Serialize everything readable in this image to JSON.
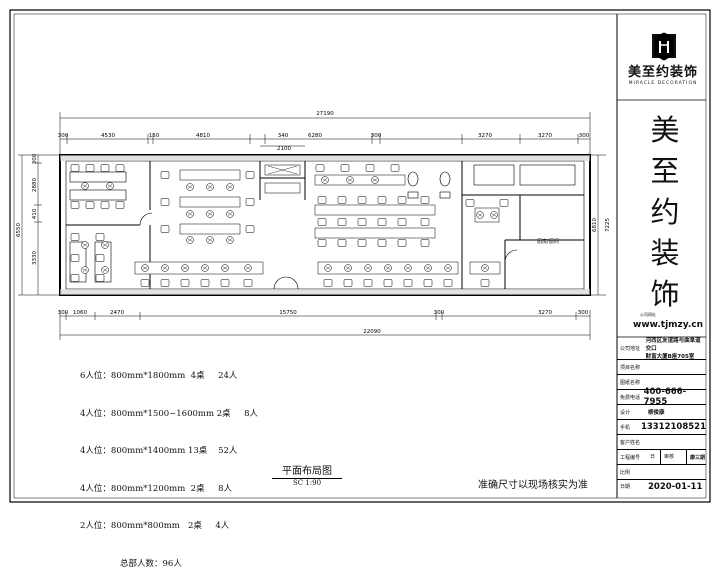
{
  "brand": {
    "name": "美至约装饰",
    "subtitle": "MIRACLE DECORATION",
    "vertical_name": [
      "美",
      "至",
      "约",
      "装",
      "饰"
    ],
    "website": "www.tjmzy.cn",
    "small_caption": "公司网址"
  },
  "title_block": [
    {
      "label": "公司地址",
      "value": "河西区友谊路与曲阜道交口\n财富大厦B座705室"
    },
    {
      "label": "项目名称",
      "value": ""
    },
    {
      "label": "图纸名称",
      "value": ""
    },
    {
      "label": "免费电话",
      "value": "400-666-7955"
    },
    {
      "label": "设计",
      "value": "柳俊康"
    },
    {
      "label": "手机",
      "value": "13312108521"
    },
    {
      "label": "客户姓名",
      "value": ""
    },
    {
      "label": "工程编号",
      "value": "日",
      "label2": "审核",
      "value2": "康三期"
    },
    {
      "label": "比例",
      "value": ""
    },
    {
      "label": "日期",
      "value": "2020-01-11"
    }
  ],
  "drawing": {
    "title": "平面布局图",
    "scale": "SC 1:90",
    "note": "准确尺寸以现场核实为准",
    "room_label": "厨房/厨间",
    "top_total": "27190",
    "bottom_total": "22090",
    "top_dims": [
      "300",
      "4530",
      "150",
      "4810",
      "340",
      "6280",
      "300",
      "3270",
      "3270",
      "300"
    ],
    "top_small": "2100",
    "bottom_dims": [
      "300",
      "1060",
      "2470",
      "15750",
      "300",
      "3270",
      "300"
    ],
    "left_dims": [
      "300",
      "2880",
      "410",
      "3330",
      "6550"
    ],
    "right_dims": [
      "6810",
      "7225"
    ]
  },
  "legend": [
    "6人位：800mm*1800mm  4桌     24人",
    "4人位：800mm*1500~1600mm 2桌     8人",
    "4人位：800mm*1400mm 13桌    52人",
    "4人位：800mm*1200mm  2桌     8人",
    "2人位：800mm*800mm   2桌     4人",
    "总部人数：96人"
  ]
}
